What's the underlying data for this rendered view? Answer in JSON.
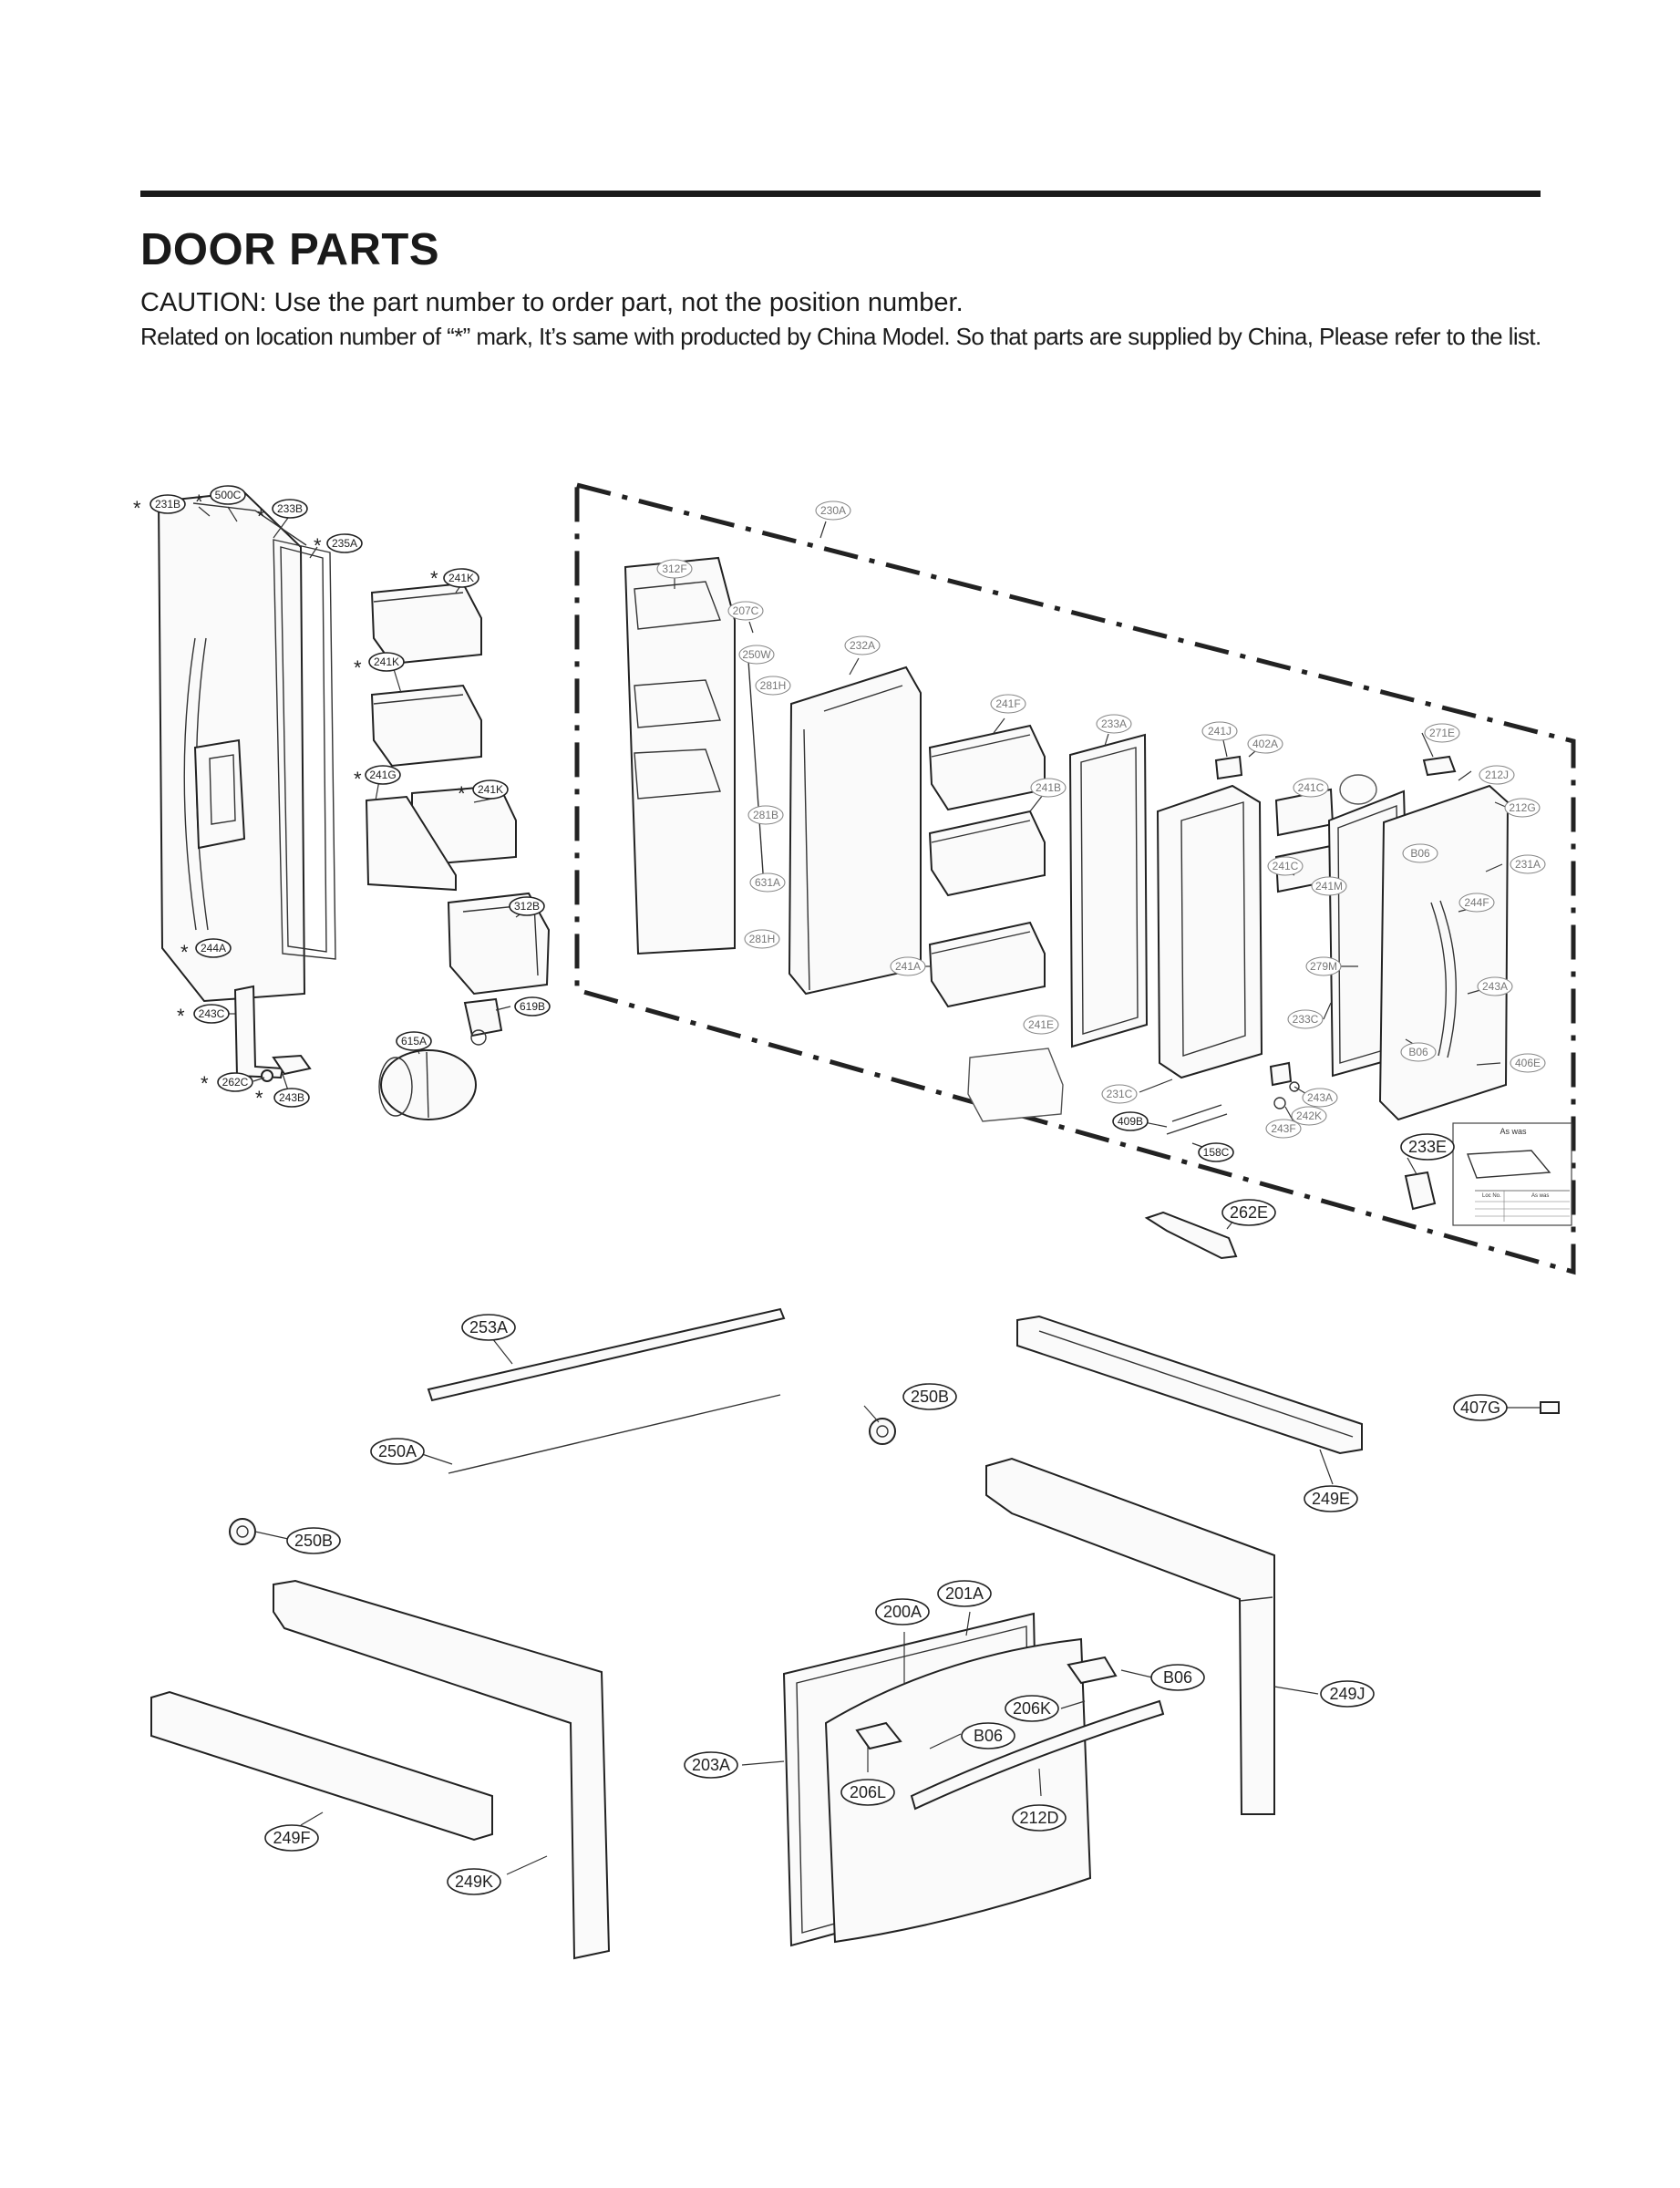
{
  "page": {
    "title": "DOOR PARTS",
    "caution": "CAUTION: Use the part number to order part, not the position number.",
    "note": "Related on location number of “*” mark, It’s same with producted by China Model. So that parts are supplied by China, Please refer to the list."
  },
  "callouts": {
    "c231B": "231B",
    "c500C": "500C",
    "c233B": "233B",
    "c235A": "235A",
    "c241K_1": "241K",
    "c241K_2": "241K",
    "c241K_3": "241K",
    "c241G": "241G",
    "c312B": "312B",
    "c244A": "244A",
    "c243C": "243C",
    "c262C": "262C",
    "c243B": "243B",
    "c615A": "615A",
    "c619B": "619B",
    "c230A": "230A",
    "c312F": "312F",
    "c207C": "207C",
    "c250W": "250W",
    "c281H_1": "281H",
    "c232A": "232A",
    "c281B": "281B",
    "c631A": "631A",
    "c281H_2": "281H",
    "c241F": "241F",
    "c241B": "241B",
    "c241A": "241A",
    "c241E": "241E",
    "c233A": "233A",
    "c241J": "241J",
    "c402A": "402A",
    "c271E": "271E",
    "c212J": "212J",
    "c212G": "212G",
    "c241C_1": "241C",
    "c241C_2": "241C",
    "c231A": "231A",
    "cB06_1": "B06",
    "c241M": "241M",
    "c244F": "244F",
    "c279M": "279M",
    "c243A_1": "243A",
    "c233C": "233C",
    "cB06_2": "B06",
    "c406E": "406E",
    "c231C": "231C",
    "c243A_2": "243A",
    "c243F": "243F",
    "c242K": "242K",
    "c409B": "409B",
    "c158C": "158C",
    "c233E": "233E",
    "c262E": "262E",
    "c253A": "253A",
    "c250B_1": "250B",
    "c407G": "407G",
    "c250A": "250A",
    "c249E": "249E",
    "c250B_2": "250B",
    "c201A": "201A",
    "c200A": "200A",
    "cB06_3": "B06",
    "c206K": "206K",
    "cB06_4": "B06",
    "c249J": "249J",
    "c203A": "203A",
    "c206L": "206L",
    "c212D": "212D",
    "c249F": "249F",
    "c249K": "249K"
  },
  "as_was_box": {
    "heading": "As was",
    "column_1": "Loc No.",
    "column_2": "As was"
  }
}
